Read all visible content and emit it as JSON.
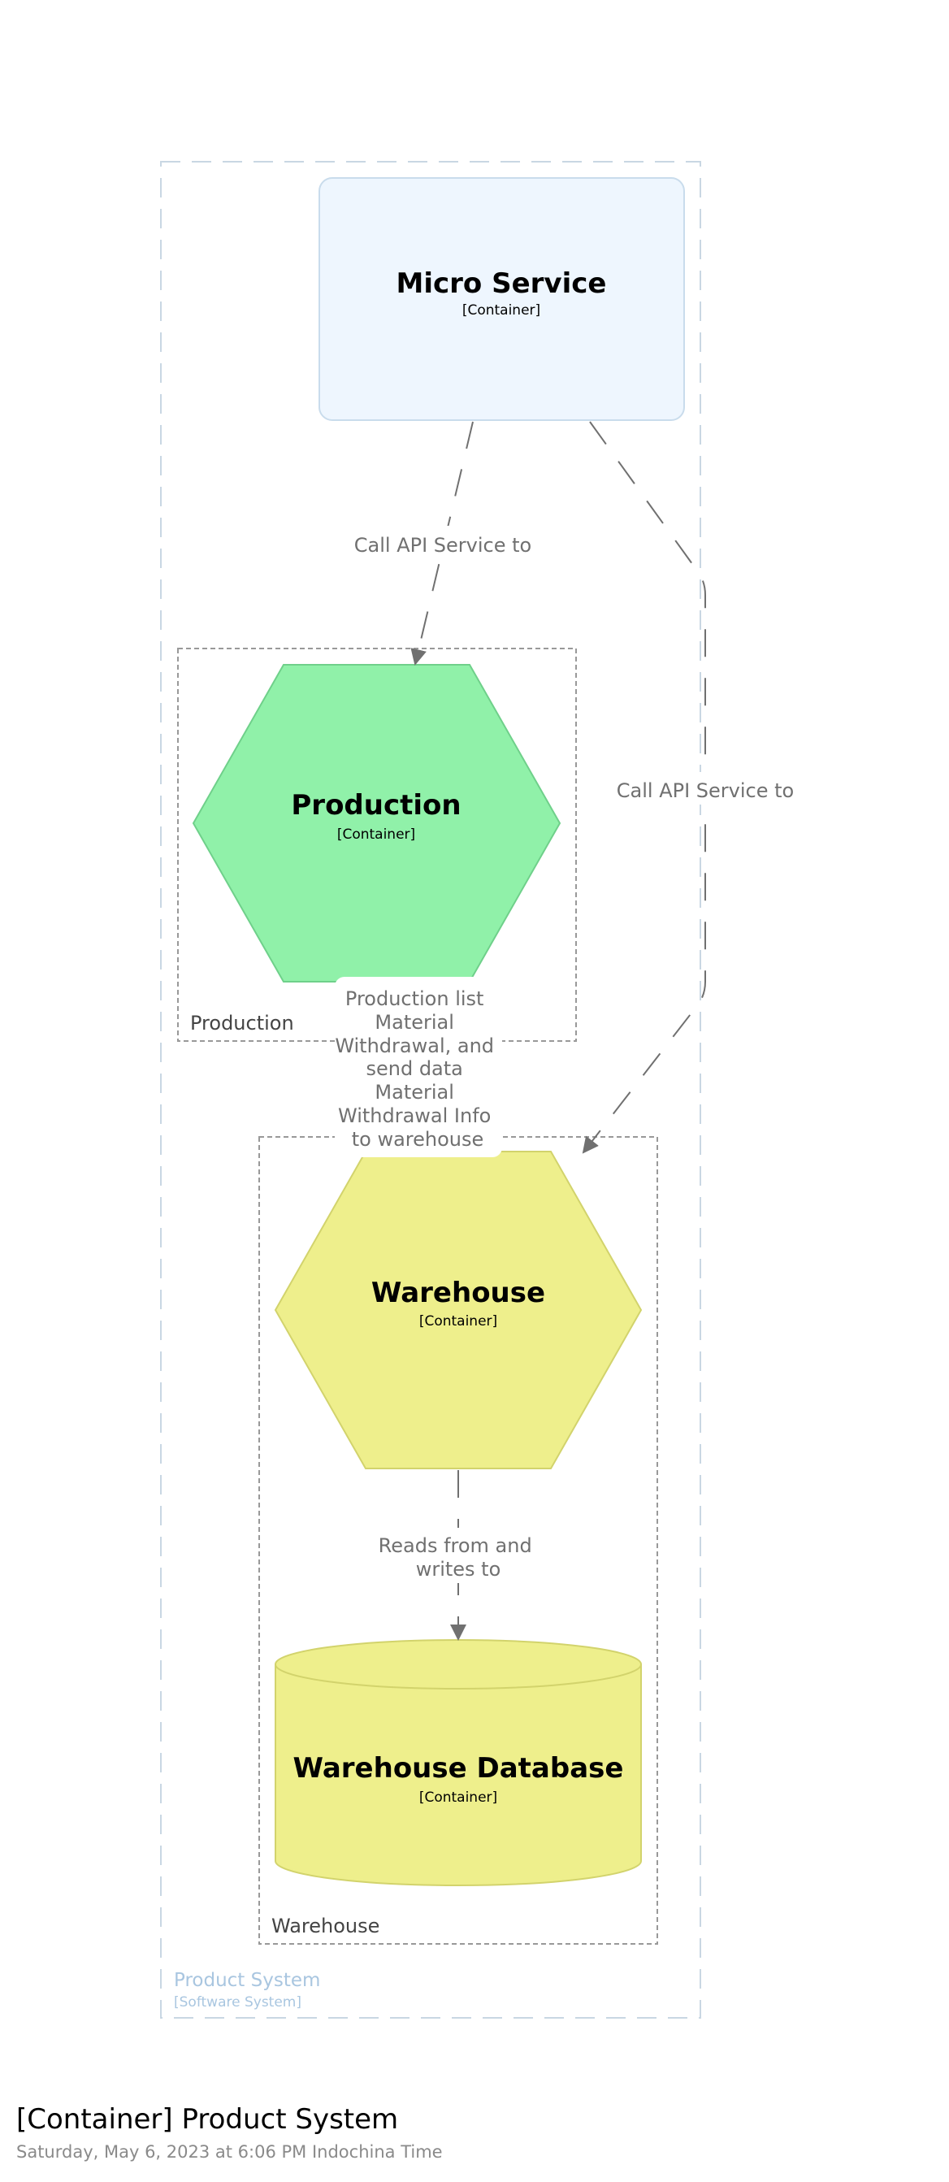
{
  "system_boundary": {
    "name": "Product System",
    "type": "[Software System]"
  },
  "nodes": {
    "micro_service": {
      "name": "Micro Service",
      "type": "[Container]"
    },
    "production": {
      "name": "Production",
      "type": "[Container]"
    },
    "warehouse": {
      "name": "Warehouse",
      "type": "[Container]"
    },
    "warehouse_db": {
      "name": "Warehouse Database",
      "type": "[Container]"
    }
  },
  "groups": {
    "production": "Production",
    "warehouse": "Warehouse"
  },
  "edges": {
    "ms_to_production": "Call API Service to",
    "ms_to_warehouse": "Call API Service to",
    "production_to_warehouse": [
      "Production list",
      "Material",
      "Withdrawal, and",
      "send data",
      "Material",
      "Withdrawal Info",
      "to warehouse"
    ],
    "warehouse_to_db": [
      "Reads from and",
      "writes to"
    ]
  },
  "footer": {
    "title": "[Container] Product System",
    "timestamp": "Saturday, May 6, 2023 at 6:06 PM Indochina Time"
  },
  "colors": {
    "micro_service_fill": "#eef6fe",
    "micro_service_stroke": "#c9dcec",
    "production_fill": "#90f1a9",
    "production_stroke": "#6fd08a",
    "warehouse_fill": "#eeef8c",
    "warehouse_stroke": "#d2d36c",
    "edge": "#707070",
    "system_boundary": "#a9c6e0"
  }
}
